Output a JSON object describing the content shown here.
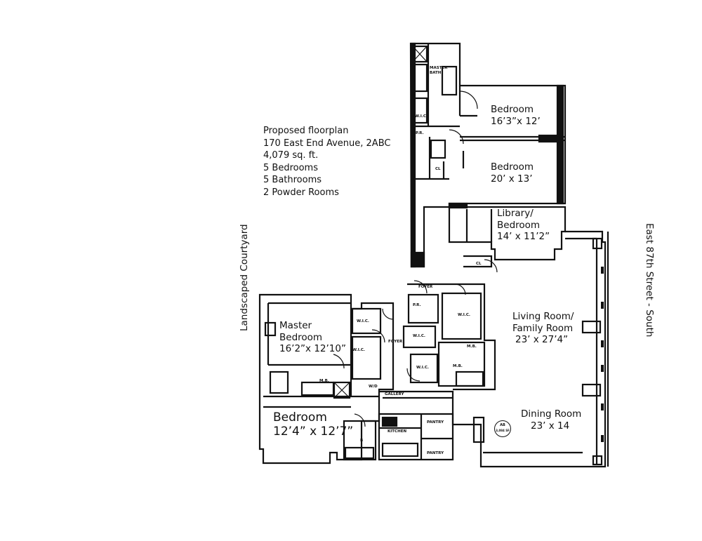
{
  "info": {
    "title": "Proposed floorplan",
    "address": "170 East End Avenue, 2ABC",
    "area": "4,079 sq. ft.",
    "bedrooms": "5 Bedrooms",
    "bathrooms": "5 Bathrooms",
    "powder_rooms": "2 Powder Rooms"
  },
  "side_labels": {
    "west": "Landscaped Courtyard",
    "east": "East 87th Street - South"
  },
  "rooms": {
    "bedroom_north": {
      "name": "Bedroom",
      "size": "16’3”x 12’"
    },
    "bedroom_middle": {
      "name": "Bedroom",
      "size": "20’ x 13’"
    },
    "library": {
      "name_line1": "Library/",
      "name_line2": "Bedroom",
      "size": "14’ x 11’2”"
    },
    "living": {
      "name_line1": "Living Room/",
      "name_line2": "Family Room",
      "size": "23’ x 27’4”"
    },
    "dining": {
      "name": "Dining Room",
      "size": "23’ x 14"
    },
    "master_bedroom": {
      "name_line1": "Master",
      "name_line2": "Bedroom",
      "size": "16’2”x 12’10”"
    },
    "bedroom_sw": {
      "name": "Bedroom",
      "size": "12’4” x 12’7”"
    }
  },
  "small_labels": {
    "master_bath": "MASTER BATH",
    "wic_north": "W.I.C.",
    "pr_north": "P.R.",
    "cl_north": "CL",
    "cl_library": "CL",
    "foyer_north": "FOYER",
    "pr_mid": "P.R.",
    "wic_big": "W.I.C.",
    "wic_1": "W.I.C.",
    "wic_2": "W.I.C.",
    "wic_3": "W.I.C.",
    "wic_4": "W.I.C.",
    "foyer_mid": "FOYER",
    "mb_1": "M.B.",
    "mb_2": "M.B.",
    "mb_3": "M.B.",
    "wd": "W/D",
    "gallery": "GALLERY",
    "kitchen": "KITCHEN",
    "pantry_1": "PANTRY",
    "pantry_2": "PANTRY",
    "b_label": "B"
  },
  "stamp": {
    "line1": "AB",
    "line2": "3,084 SF"
  }
}
